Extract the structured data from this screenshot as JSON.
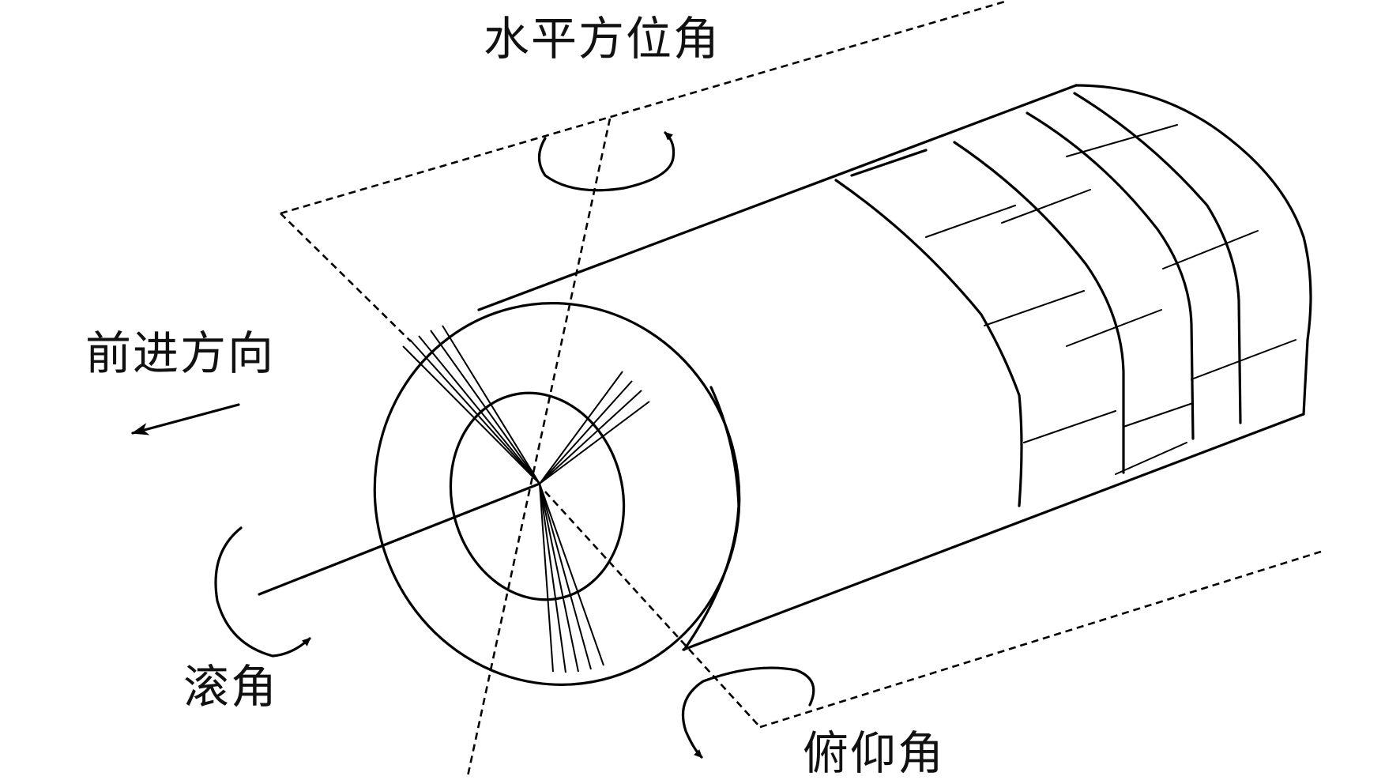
{
  "labels": {
    "yaw": "水平方位角",
    "forward": "前进方向",
    "roll": "滚角",
    "pitch": "俯仰角"
  },
  "colors": {
    "line": "#000000",
    "background": "#ffffff"
  }
}
